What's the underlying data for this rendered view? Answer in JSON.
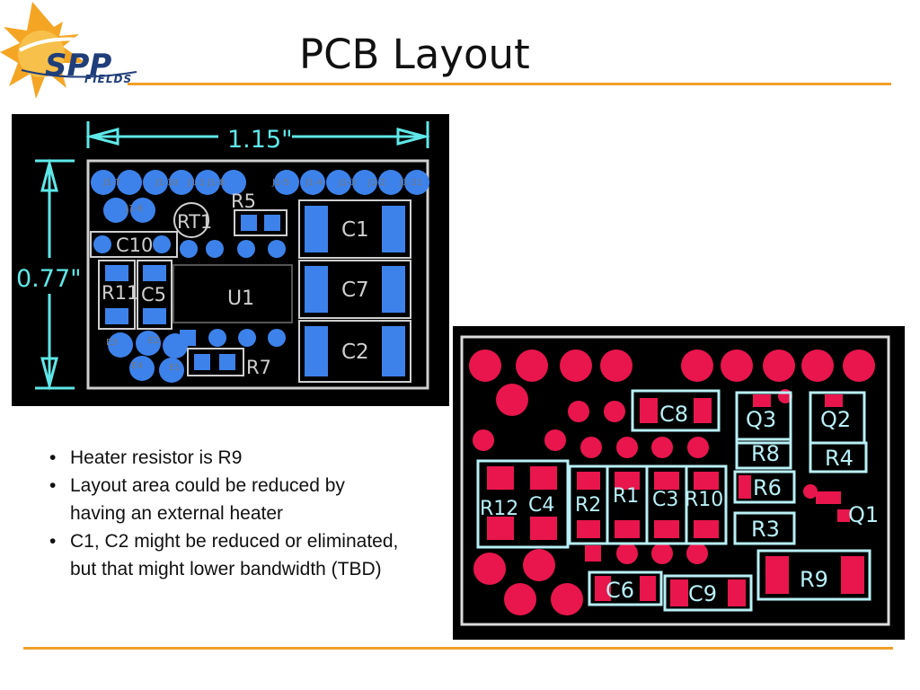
{
  "logo": {
    "text_main": "SPP",
    "text_sub": "FIELDS"
  },
  "title": "PCB Layout",
  "bullets": [
    "Heater resistor is R9",
    "Layout area could be reduced by having an external heater",
    "C1, C2 might be reduced or eliminated, but that might lower bandwidth (TBD)"
  ],
  "top_pcb": {
    "width_dim": "1.15\"",
    "height_dim": "0.77\"",
    "pad_color": "#3d82ea",
    "outline_color": "#cfcfcf",
    "dimension_color": "#5fe8e8",
    "labels": {
      "c1": "C1",
      "c7": "C7",
      "c2": "C2",
      "c10": "C10",
      "c5": "C5",
      "r11": "R11",
      "u1": "U1",
      "r5": "R5",
      "rt1": "RT1",
      "r7": "R7"
    },
    "pin_labels": [
      "J1-7",
      "J1-10",
      "J1-1",
      "J1-8",
      "J1-5",
      "J1-4",
      "J1-3",
      "J1-2",
      "J1-11",
      "J1-6",
      "E3",
      "E2",
      "E4",
      "E1"
    ]
  },
  "bottom_pcb": {
    "pad_color": "#e8164c",
    "outline_color": "#dcdcdc",
    "label_color": "#b8f0f6",
    "labels": {
      "c8": "C8",
      "q3": "Q3",
      "q2": "Q2",
      "r8": "R8",
      "r4": "R4",
      "r6": "R6",
      "r12": "R12",
      "c4": "C4",
      "r2": "R2",
      "r1": "R1",
      "c3": "C3",
      "r10": "R10",
      "q1": "Q1",
      "r3": "R3",
      "r9": "R9",
      "c6": "C6",
      "c9": "C9"
    }
  }
}
